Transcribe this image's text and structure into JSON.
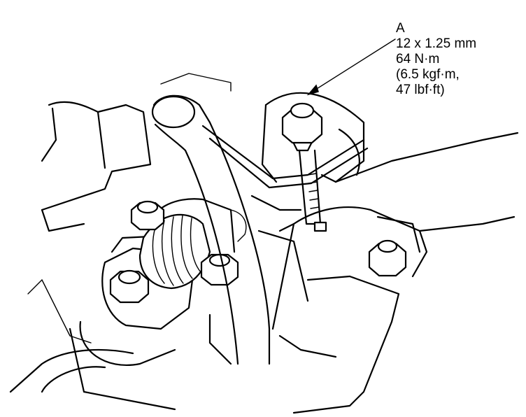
{
  "callout": {
    "letter": "A",
    "size": "12 x 1.25 mm",
    "torque_nm": "64 N·m",
    "torque_kgf": "(6.5 kgf·m,",
    "torque_lbf": "47 lbf·ft)"
  },
  "colors": {
    "line": "#000000",
    "background": "#ffffff"
  }
}
